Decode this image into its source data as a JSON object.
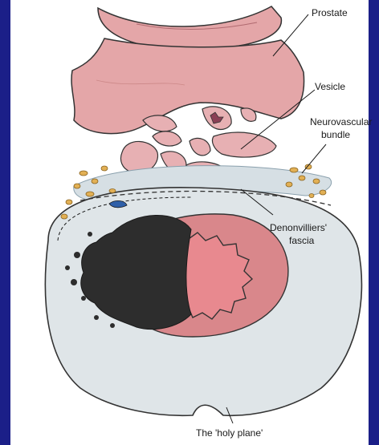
{
  "labels": {
    "prostate": "Prostate",
    "vesicle": "Vesicle",
    "neurovascular_line1": "Neurovascular",
    "neurovascular_line2": "bundle",
    "denonvilliers_line1": "Denonvilliers'",
    "denonvilliers_line2": "fascia",
    "holy_plane": "The 'holy plane'"
  },
  "colors": {
    "frame": "#1b1f88",
    "prostate": "#e4a6a8",
    "mesorectum": "#dfe5e8",
    "rectal_wall": "#d9878b",
    "mucosa": "#e8898f",
    "tumour": "#2d2d2d",
    "nerve_bundle": "#e2b055",
    "vessel": "#2f5fa8"
  }
}
